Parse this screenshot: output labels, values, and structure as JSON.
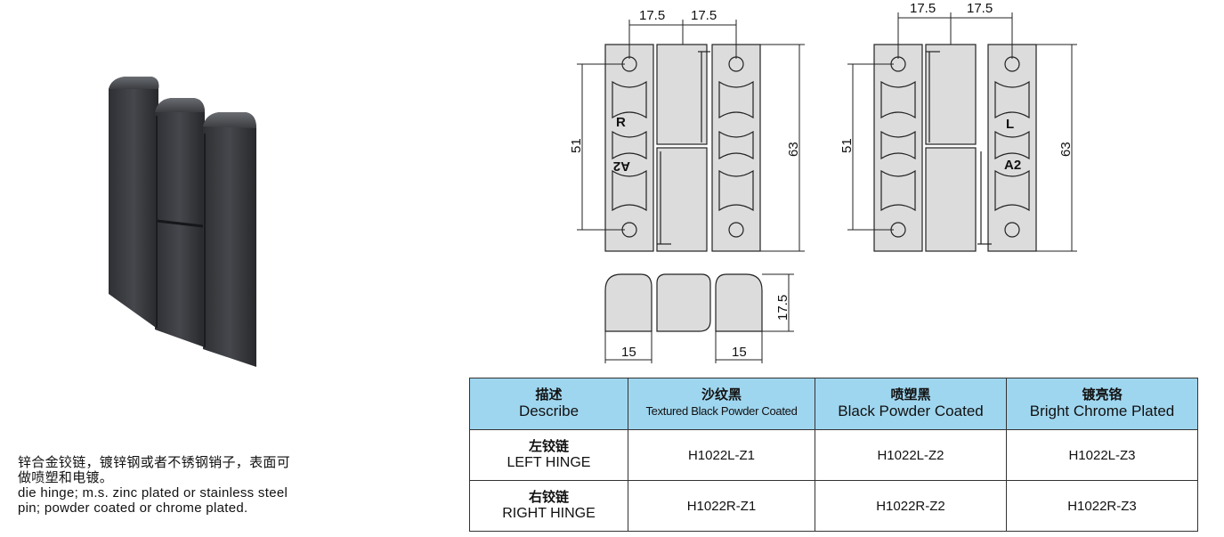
{
  "description": {
    "cn_line1": "锌合金铰链，镀锌钢或者不锈钢销子，表面可",
    "cn_line2": "做喷塑和电镀。",
    "en_line1": "die hinge; m.s. zinc plated or stainless steel",
    "en_line2": "pin; powder coated or chrome plated."
  },
  "drawing": {
    "right_hinge": {
      "dim_top_left": "17.5",
      "dim_top_right": "17.5",
      "dim_left": "51",
      "dim_right": "63",
      "mark_1": "R",
      "mark_2": "A2"
    },
    "left_hinge": {
      "dim_top_left": "17.5",
      "dim_top_right": "17.5",
      "dim_left": "51",
      "dim_right": "63",
      "mark_1": "L",
      "mark_2": "A2"
    },
    "profile": {
      "dim_height": "17.5",
      "dim_bottom_left": "15",
      "dim_bottom_right": "15"
    }
  },
  "table": {
    "headers": [
      {
        "cn": "描述",
        "en": "Describe"
      },
      {
        "cn": "沙纹黑",
        "en": "Textured Black Powder Coated"
      },
      {
        "cn": "喷塑黑",
        "en": "Black Powder Coated"
      },
      {
        "cn": "镀亮铬",
        "en": "Bright Chrome Plated"
      }
    ],
    "rows": [
      {
        "cn": "左铰链",
        "en": "LEFT HINGE",
        "codes": [
          "H1022L-Z1",
          "H1022L-Z2",
          "H1022L-Z3"
        ]
      },
      {
        "cn": "右铰链",
        "en": "RIGHT HINGE",
        "codes": [
          "H1022R-Z1",
          "H1022R-Z2",
          "H1022R-Z3"
        ]
      }
    ]
  },
  "colors": {
    "header_bg": "#9fd6ef",
    "drawing_fill": "#dcdcdc",
    "product": "#2a2c30"
  }
}
